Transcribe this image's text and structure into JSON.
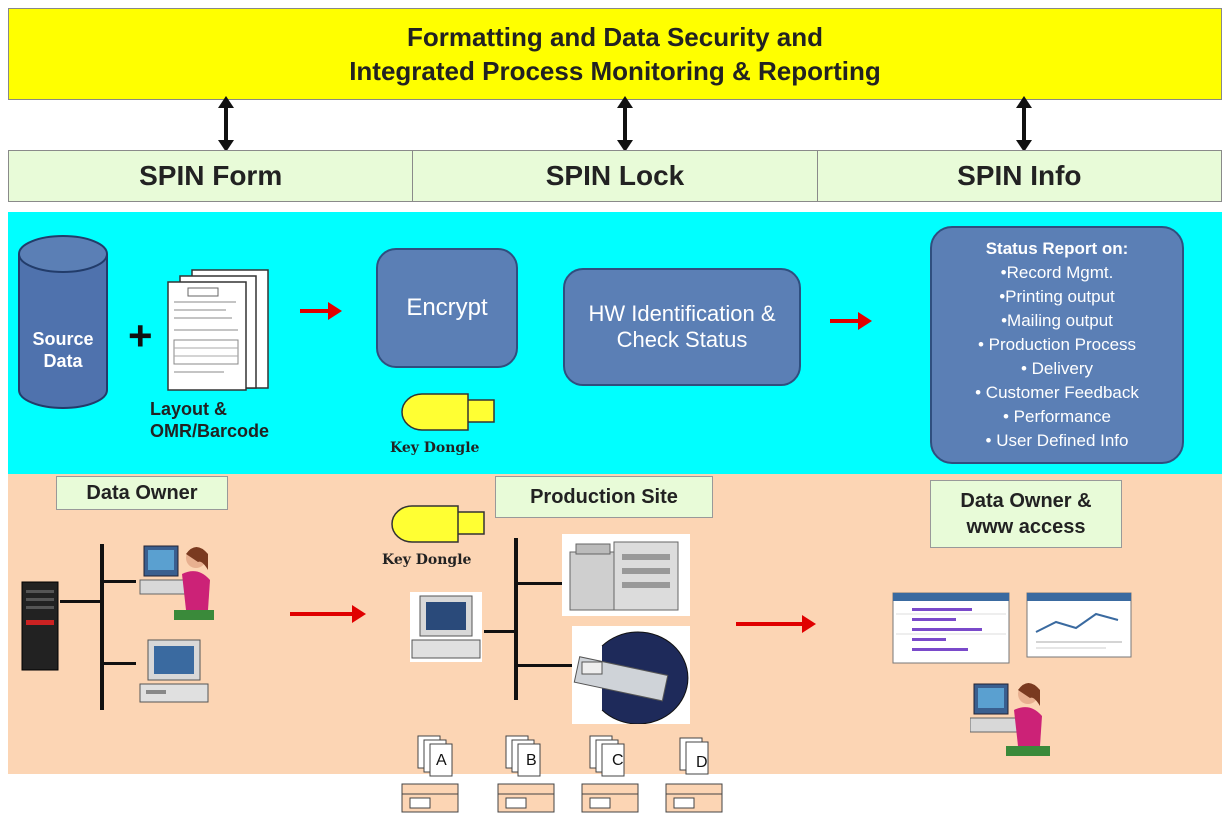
{
  "banner": {
    "line1": "Formatting and Data Security and",
    "line2": "Integrated Process Monitoring & Reporting"
  },
  "modules": [
    "SPIN Form",
    "SPIN Lock",
    "SPIN Info"
  ],
  "upper": {
    "source_data": "Source Data",
    "plus": "+",
    "layout_label": "Layout & OMR/Barcode",
    "encrypt": "Encrypt",
    "hw_check": "HW Identification & Check Status",
    "key_dongle": "Key Dongle",
    "status_title": "Status Report on:",
    "status_items": [
      "•Record Mgmt.",
      "•Printing output",
      "•Mailing output",
      "• Production Process",
      "• Delivery",
      "• Customer Feedback",
      "• Performance",
      "• User Defined Info"
    ]
  },
  "lower": {
    "data_owner": "Data Owner",
    "production_site": "Production Site",
    "data_owner_www": "Data Owner & www access",
    "key_dongle": "Key Dongle",
    "mail_labels": [
      "A",
      "B",
      "C",
      "D"
    ]
  },
  "colors": {
    "banner": "#ffff00",
    "module": "#e8fbd8",
    "cyan_band": "#00ffff",
    "peach_band": "#fcd5b4",
    "process_box": "#5b7fb5",
    "arrow": "#e00000",
    "dongle": "#ffff33"
  }
}
